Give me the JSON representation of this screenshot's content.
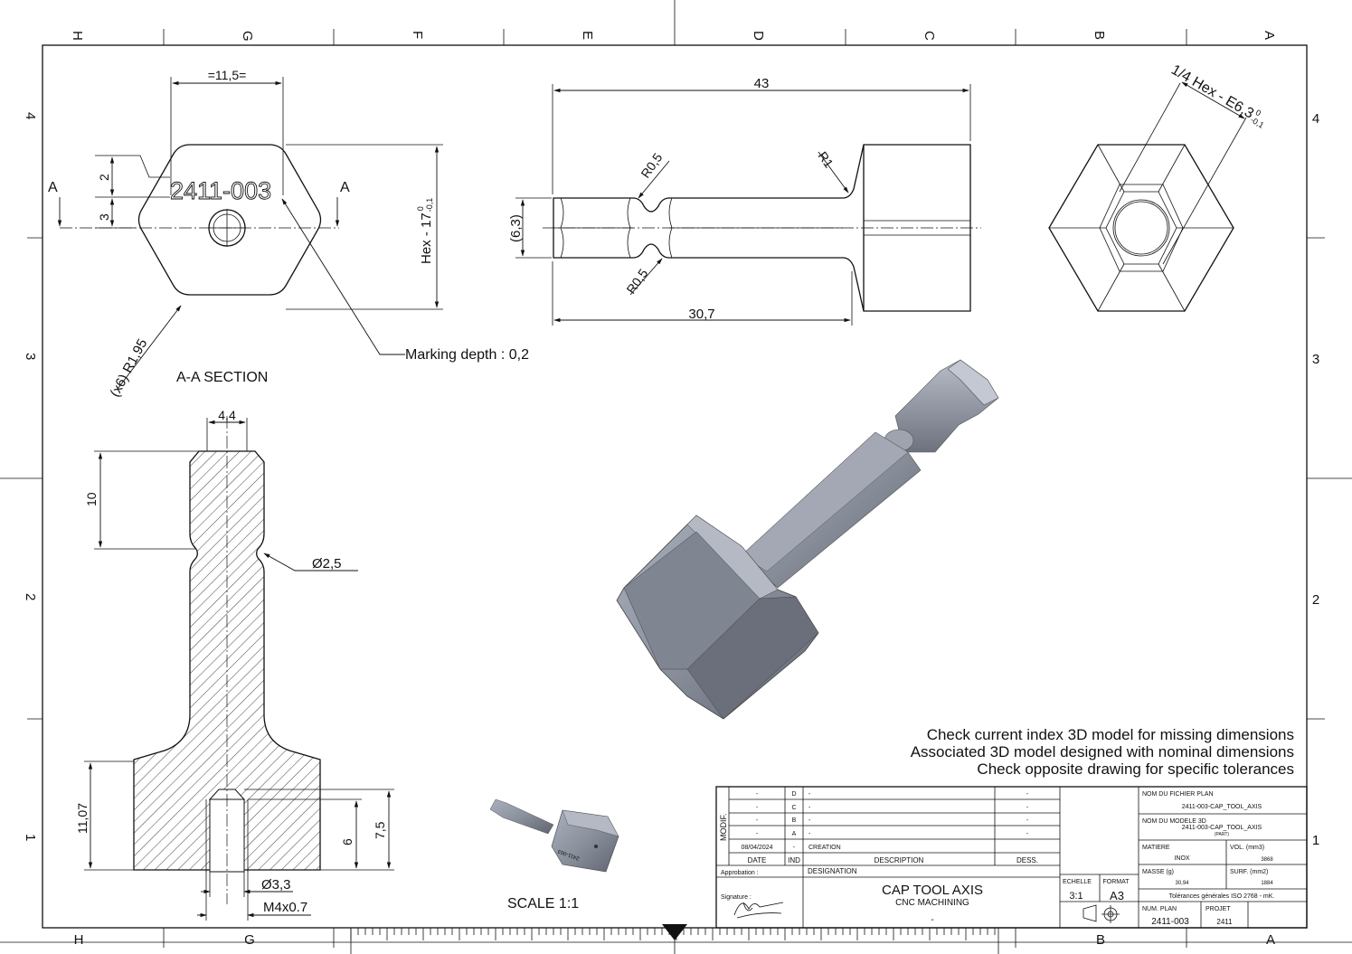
{
  "frame": {
    "columns_top": [
      "H",
      "G",
      "F",
      "E",
      "D",
      "C",
      "B",
      "A"
    ],
    "columns_bottom": [
      "H",
      "G",
      "B",
      "A"
    ],
    "rows": [
      "4",
      "3",
      "2",
      "1"
    ]
  },
  "section_view": {
    "title": "A-A SECTION",
    "marking_text": "2411-003",
    "width_dim": "=11,5=",
    "hex_dim_main": "Hex - 17",
    "hex_tol_upper": "0",
    "hex_tol_lower": "-0,1",
    "dim_2": "2",
    "dim_3": "3",
    "radius_label": "(x6) R1,95",
    "section_letter_left": "A",
    "section_letter_right": "A",
    "marking_note": "Marking depth : 0,2"
  },
  "side_view": {
    "length_total": "43",
    "length_shank": "30,7",
    "diameter": "(6,3)",
    "r_top": "R0,5",
    "r_bottom": "R0,5",
    "r_fillet": "R1"
  },
  "end_view": {
    "hex_label": "1/4 Hex - E6,3",
    "hex_tol_upper": "0",
    "hex_tol_lower": "-0,1"
  },
  "long_section": {
    "dim_top_width": "4,4",
    "dim_10": "10",
    "groove_dia": "Ø2,5",
    "dim_11_07": "11,07",
    "dim_6": "6",
    "dim_7_5": "7,5",
    "bore_dia": "Ø3,3",
    "thread": "M4x0.7"
  },
  "scale_label": "SCALE 1:1",
  "mini_marking": "2411-003",
  "notes": [
    "Check current index 3D model for missing dimensions",
    "Associated 3D model designed with nominal dimensions",
    "Check opposite drawing for specific tolerances"
  ],
  "title_block": {
    "modif_label": "MODIF.",
    "revisions": [
      {
        "date": "-",
        "ind": "D",
        "desc": "-",
        "dess": "-"
      },
      {
        "date": "-",
        "ind": "C",
        "desc": "-",
        "dess": "-"
      },
      {
        "date": "-",
        "ind": "B",
        "desc": "-",
        "dess": "-"
      },
      {
        "date": "-",
        "ind": "A",
        "desc": "-",
        "dess": "-"
      },
      {
        "date": "08/04/2024",
        "ind": "-",
        "desc": "CREATION",
        "dess": ""
      }
    ],
    "col_date": "DATE",
    "col_ind": "IND",
    "col_desc": "DESCRIPTION",
    "col_dess": "DESS.",
    "approbation": "Approbation :",
    "signature": "Signature :",
    "designation_label": "DESIGNATION",
    "title": "CAP TOOL AXIS",
    "subtitle": "CNC MACHINING",
    "dash": "-",
    "echelle_label": "ECHELLE",
    "echelle": "3:1",
    "format_label": "FORMAT",
    "format": "A3",
    "nom_fichier_label": "NOM DU FICHIER PLAN",
    "nom_fichier": "2411-003-CAP_TOOL_AXIS",
    "nom_modele_label": "NOM DU MODELE 3D",
    "nom_modele": "2411-003-CAP_TOOL_AXIS",
    "nom_modele_sub": "(PART)",
    "matiere_label": "MATIERE",
    "matiere": "INOX",
    "vol_label": "VOL. (mm3)",
    "vol": "3868",
    "masse_label": "MASSE (g)",
    "masse": "30,94",
    "surf_label": "SURF. (mm2)",
    "surf": "1884",
    "tolerances": "Tolérances générales ISO 2768 - mK.",
    "num_plan_label": "NUM. PLAN",
    "num_plan": "2411-003",
    "projet_label": "PROJET",
    "projet": "2411"
  }
}
